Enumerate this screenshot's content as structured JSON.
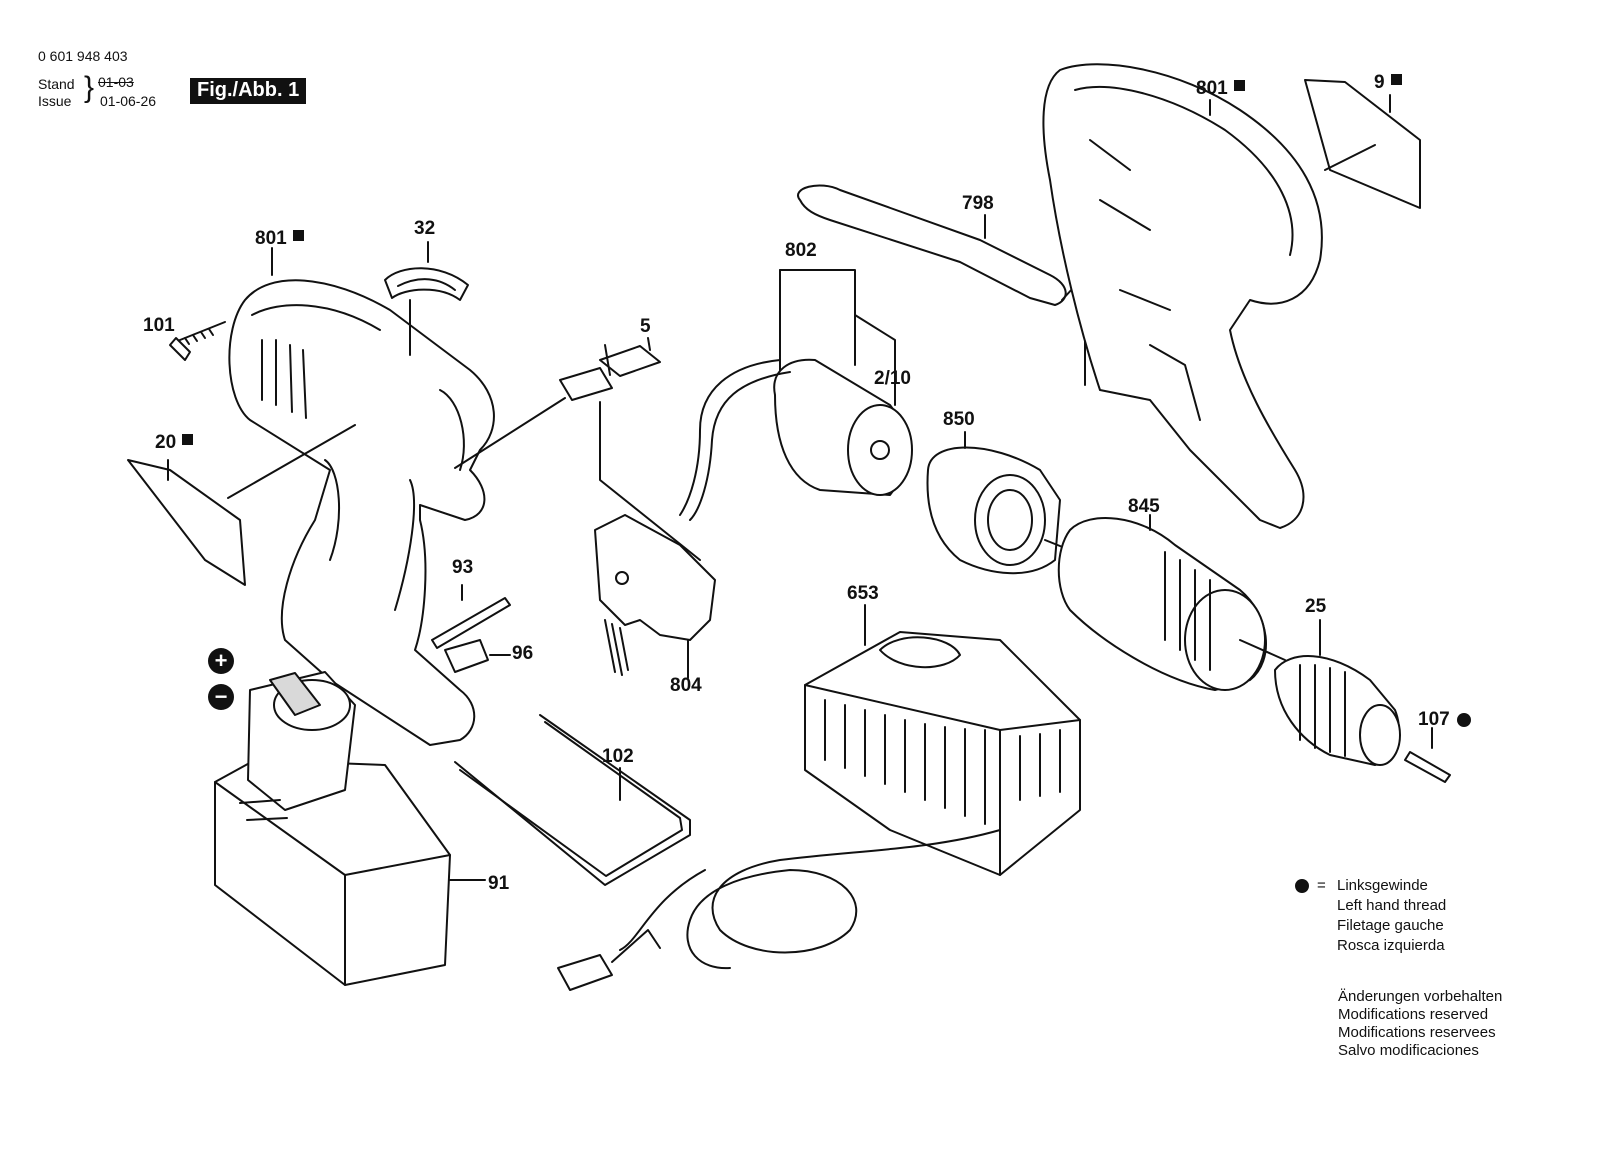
{
  "header": {
    "part_number": "0 601 948 403",
    "stand_label": "Stand",
    "stand_value": "01-03",
    "issue_label": "Issue",
    "issue_value": "01-06-26",
    "figure_label": "Fig./Abb. 1"
  },
  "parts": {
    "p801_left": "801",
    "p32": "32",
    "p101": "101",
    "p5": "5",
    "p20": "20",
    "p93": "93",
    "p96": "96",
    "p91": "91",
    "p102": "102",
    "p804": "804",
    "p802": "802",
    "p210": "2/10",
    "p798": "798",
    "p850": "850",
    "p845": "845",
    "p653": "653",
    "p25": "25",
    "p107": "107",
    "p801_right": "801",
    "p9": "9"
  },
  "battery_marks": {
    "plus": "+",
    "minus": "−"
  },
  "legend": {
    "symbol": "=",
    "lines": [
      "Linksgewinde",
      "Left hand thread",
      "Filetage gauche",
      "Rosca izquierda"
    ]
  },
  "notes": [
    "Änderungen vorbehalten",
    "Modifications reserved",
    "Modifications reservees",
    "Salvo modificaciones"
  ],
  "colors": {
    "ink": "#111111",
    "paper": "#ffffff",
    "shade": "#d9d9d9"
  }
}
